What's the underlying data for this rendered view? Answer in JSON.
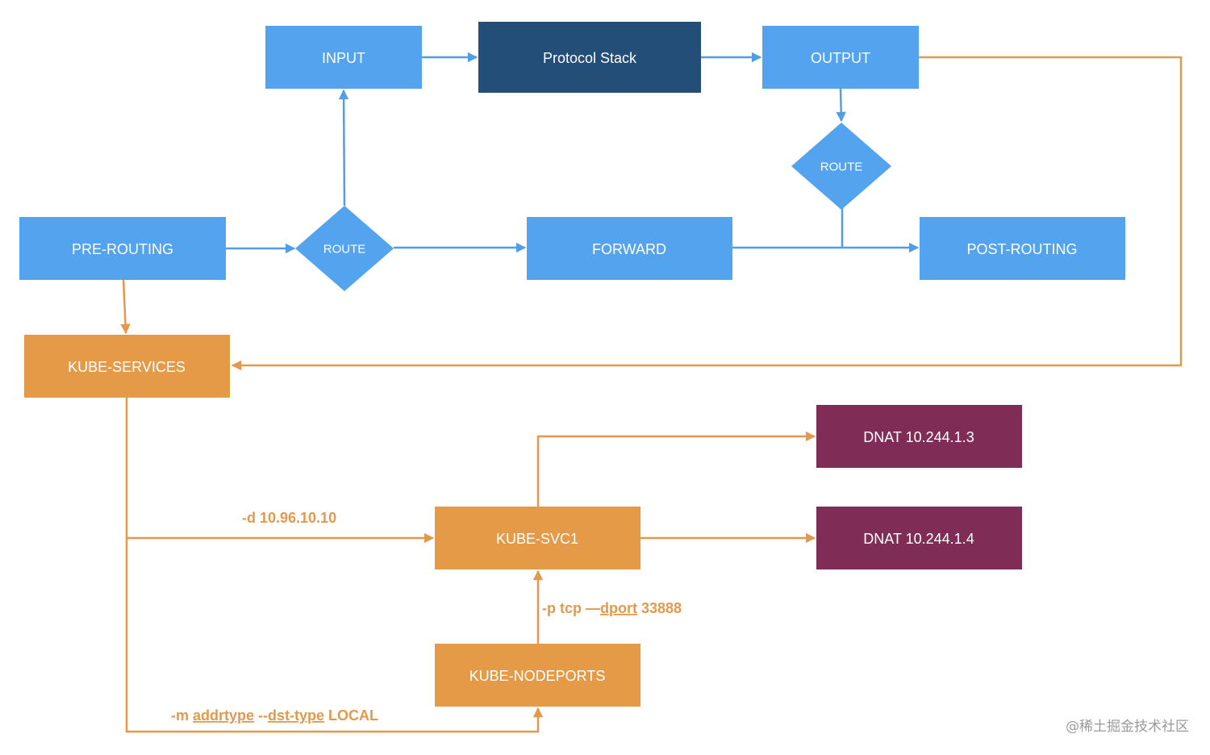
{
  "nodes": {
    "input": "INPUT",
    "protocol_stack": "Protocol Stack",
    "output": "OUTPUT",
    "pre_routing": "PRE-ROUTING",
    "route_pre": "ROUTE",
    "forward": "FORWARD",
    "route_out": "ROUTE",
    "post_routing": "POST-ROUTING",
    "kube_services": "KUBE-SERVICES",
    "kube_svc1": "KUBE-SVC1",
    "kube_nodeports": "KUBE-NODEPORTS",
    "dnat_1": "DNAT 10.244.1.3",
    "dnat_2": "DNAT 10.244.1.4"
  },
  "edge_labels": {
    "dest_ip": "-d 10.96.10.10",
    "dport_prefix": "-p tcp —",
    "dport_word": "dport",
    "dport_value": " 33888",
    "addrtype_prefix": "-m ",
    "addrtype_word": "addrtype",
    "addrtype_mid": " --",
    "dsttype_word": "dst-type",
    "addrtype_suffix": " LOCAL"
  },
  "watermark": "@稀土掘金技术社区",
  "colors": {
    "chain_blue": "#54a3ee",
    "protocol_stack": "#234e78",
    "kube_orange": "#e59a48",
    "dnat_purple": "#7f2d57",
    "blue_arrow": "#4f9ee8",
    "orange_arrow": "#e3994d"
  }
}
